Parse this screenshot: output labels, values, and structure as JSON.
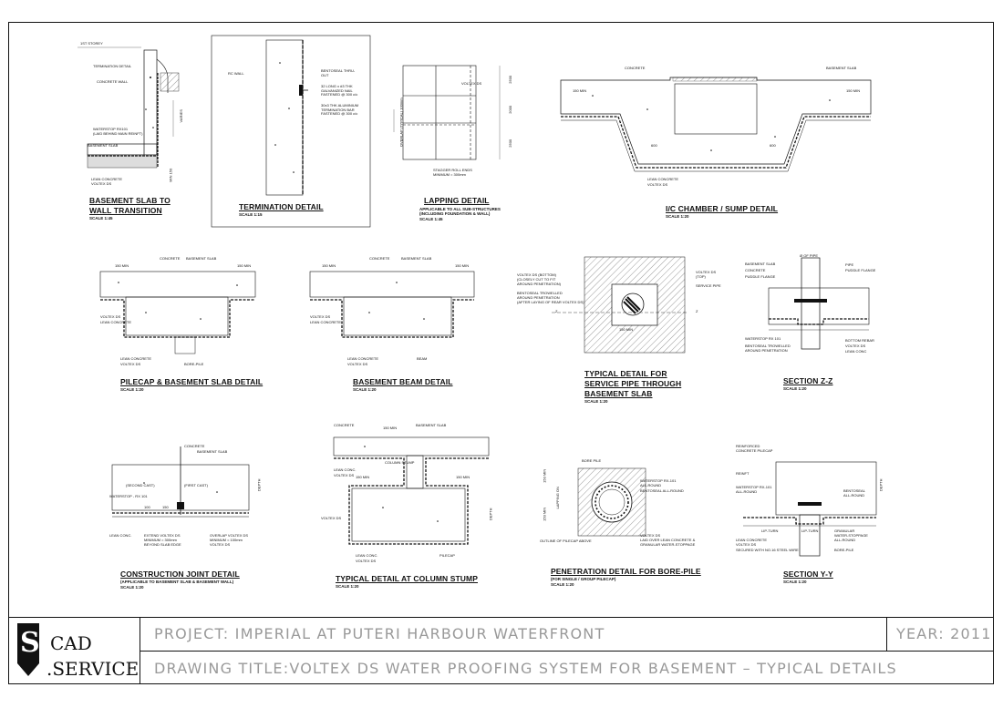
{
  "details": [
    {
      "id": "d1",
      "title_lines": [
        "BASEMENT SLAB TO",
        "WALL TRANSITION"
      ],
      "scale": "SCALE 1:45",
      "labels": [
        "1ST STOREY",
        "TERMINATION DETAIL",
        "CONCRETE WALL",
        "WATERSTOP RX101",
        "(LAID BEHIND MAIN REINFT)",
        "BASEMENT SLAB",
        "LEAN CONCRETE",
        "VOLTEX DS",
        "VARIES",
        "MIN 150"
      ]
    },
    {
      "id": "d2",
      "title_lines": [
        "TERMINATION DETAIL"
      ],
      "scale": "SCALE 1:15",
      "labels": [
        "RC WALL",
        "BENTOSEAL THRU-OUT",
        "32 LONG x #3 THK GALVANIZED NAIL FASTENED @ 300 c/c",
        "30x3 THK ALUMINIUM TERMINATION BAR FASTENED @ 300 c/c"
      ]
    },
    {
      "id": "d3",
      "title_lines": [
        "LAPPING DETAIL"
      ],
      "scale": "SCALE 1:45",
      "subtitle": [
        "APPLICABLE TO ALL SUB-STRUCTURES",
        "(INCLUDING FOUNDATION & WALL)"
      ],
      "labels": [
        "VOLTEX DS",
        "OVERLAP (TYPICAL) 100mm",
        "STAGGER ROLL ENDS",
        "MINIMUM = 300mm",
        "2500",
        "2000",
        "2500"
      ]
    },
    {
      "id": "d4",
      "title_lines": [
        "I/C CHAMBER / SUMP DETAIL"
      ],
      "scale": "SCALE 1:20",
      "labels": [
        "CONCRETE",
        "BASEMENT SLAB",
        "LEAN CONCRETE",
        "VOLTEX DS",
        "600",
        "600",
        "150 MIN",
        "150 MIN"
      ]
    },
    {
      "id": "d5",
      "title_lines": [
        "PILECAP & BASEMENT SLAB DETAIL"
      ],
      "scale": "SCALE 1:20",
      "labels": [
        "CONCRETE",
        "BASEMENT SLAB",
        "VOLTEX DS",
        "LEAN CONCRETE",
        "LEAN CONCRETE",
        "VOLTEX DS",
        "BORE-PILE",
        "150 MIN",
        "150 MIN"
      ]
    },
    {
      "id": "d6",
      "title_lines": [
        "BASEMENT BEAM DETAIL"
      ],
      "scale": "SCALE 1:20",
      "labels": [
        "CONCRETE",
        "BASEMENT SLAB",
        "VOLTEX DS",
        "LEAN CONCRETE",
        "LEAN CONCRETE",
        "VOLTEX DS",
        "BEAM",
        "150 MIN",
        "150 MIN"
      ]
    },
    {
      "id": "d7",
      "title_lines": [
        "TYPICAL DETAIL FOR",
        "SERVICE PIPE THROUGH",
        "BASEMENT SLAB"
      ],
      "scale": "SCALE 1:20",
      "labels": [
        "VOLTEX DS (BOTTOM)",
        "(CLOSELY CUT TO FIT",
        "AROUND PENETRATION)",
        "BENTOSEAL TROWELLED",
        "AROUND PENETRATION",
        "(AFTER LAYING OF REAR VOLTEX DS)",
        "VOLTEX DS",
        "(TOP)",
        "SERVICE PIPE",
        "150 MIN",
        "Z",
        "Z"
      ]
    },
    {
      "id": "d8",
      "title_lines": [
        "SECTION Z-Z"
      ],
      "scale": "SCALE 1:20",
      "labels": [
        "BASEMENT SLAB",
        "CONCRETE",
        "PUDDLE FLANGE",
        "PIPE",
        "PUDDLE FLANGE",
        "WATERSTOP RX 101",
        "BENTOSEAL TROWELLED AROUND PENETRATION",
        "BOTTOM REBAR",
        "VOLTEX DS",
        "LEAN CONC",
        "Ø OF PIPE"
      ]
    },
    {
      "id": "d9",
      "title_lines": [
        "CONSTRUCTION JOINT DETAIL"
      ],
      "scale": "SCALE 1:20",
      "subtitle": [
        "(APPLICABLE TO BASEMENT SLAB & BASEMENT WALL)"
      ],
      "labels": [
        "CONCRETE",
        "BASEMENT SLAB",
        "(SECOND CAST)",
        "(FIRST CAST)",
        "WATERSTOP - RX 101",
        "LEAN CONC.",
        "EXTEND VOLTEX DS",
        "MINIMUM = 300mm",
        "BEYOND SLAB EDGE",
        "OVERLAP VOLTEX DS",
        "MINIMUM = 100mm",
        "VOLTEX DS",
        "DEPTH",
        "100",
        "150"
      ]
    },
    {
      "id": "d10",
      "title_lines": [
        "TYPICAL DETAIL AT COLUMN STUMP"
      ],
      "scale": "SCALE 1:20",
      "labels": [
        "CONCRETE",
        "BASEMENT SLAB",
        "LEAN CONC.",
        "VOLTEX DS",
        "COLUMN STUMP",
        "VOLTEX DS",
        "LEAN CONC.",
        "VOLTEX DS",
        "PILECAP",
        "150 MIN",
        "150 MIN",
        "150 MIN",
        "DEPTH"
      ]
    },
    {
      "id": "d11",
      "title_lines": [
        "PENETRATION DETAIL FOR BORE-PILE"
      ],
      "scale": "SCALE 1:20",
      "subtitle": [
        "(FOR SINGLE / GROUP PILECAP)"
      ],
      "labels": [
        "BORE PILE",
        "WATERSTOP RX-101",
        "ALL-ROUND",
        "BENTOSEAL ALL-ROUND",
        "OUTLINE OF PILECAP ABOVE",
        "VOLTEX DS",
        "LAID OVER LEAN CONCRETE &",
        "GRANULAR WATER-STOPPAGE",
        "150 MIN",
        "LAPPING ON",
        "150 MIN"
      ]
    },
    {
      "id": "d12",
      "title_lines": [
        "SECTION Y-Y"
      ],
      "scale": "SCALE 1:20",
      "labels": [
        "REINFORCED",
        "CONCRETE PILECAP",
        "REINFT",
        "WATERSTOP RX-101",
        "ALL-ROUND",
        "BENTOSEAL",
        "ALL-ROUND",
        "LEAN CONCRETE",
        "VOLTEX DS",
        "SECURED WITH NO.16 STEEL WIRE",
        "GRANULAR",
        "WATER-STOPPAGE",
        "ALL-ROUND",
        "BORE-PILE",
        "LIP-TURN",
        "LIP-TURN",
        "DEPTH"
      ]
    }
  ],
  "title_block": {
    "logo_letter": "S",
    "logo_line1": "CAD",
    "logo_line2": ".SERVICE",
    "project": "PROJECT: IMPERIAL AT PUTERI HARBOUR WATERFRONT",
    "year": "YEAR: 2011",
    "drawing_title": "DRAWING TITLE:VOLTEX DS WATER PROOFING SYSTEM FOR BASEMENT – TYPICAL DETAILS"
  }
}
